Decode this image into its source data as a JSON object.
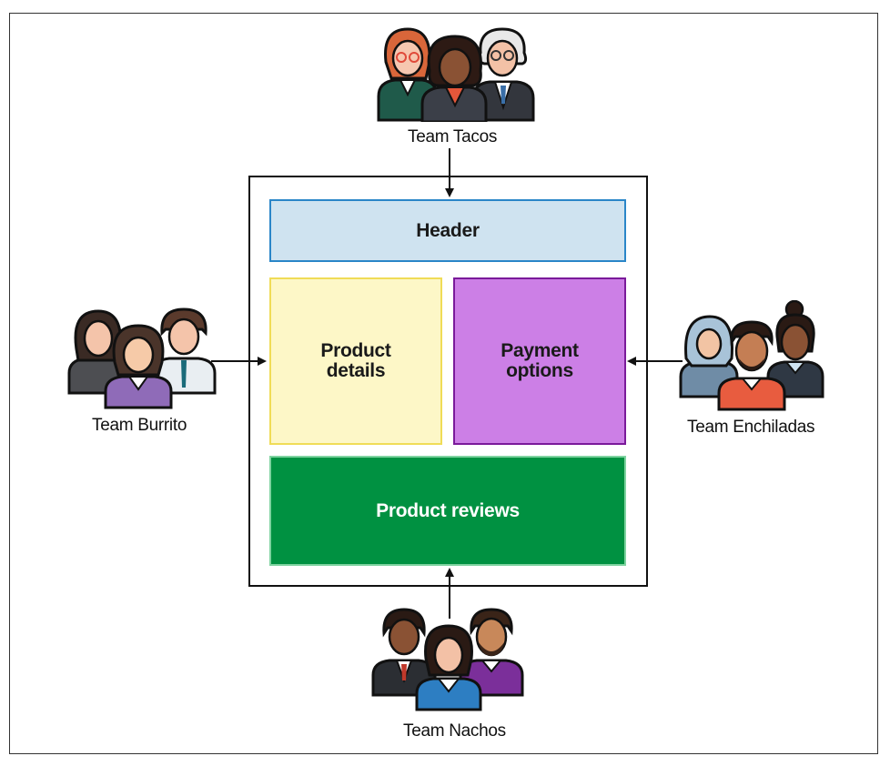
{
  "diagram": {
    "header_label": "Header",
    "details_label": "Product details",
    "details_lines": [
      "Product",
      "details"
    ],
    "payment_label": "Payment options",
    "payment_lines": [
      "Payment",
      "options"
    ],
    "reviews_label": "Product reviews"
  },
  "teams": {
    "tacos": "Team Tacos",
    "burrito": "Team Burrito",
    "enchiladas": "Team Enchiladas",
    "nachos": "Team Nachos"
  },
  "colors": {
    "header_fill": "#cfe3f0",
    "details_fill": "#fdf7c7",
    "payment_fill": "#cc7fe6",
    "reviews_fill": "#009141"
  },
  "icons": [
    "team-tacos-people-icon",
    "team-burrito-people-icon",
    "team-enchiladas-people-icon",
    "team-nachos-people-icon"
  ]
}
